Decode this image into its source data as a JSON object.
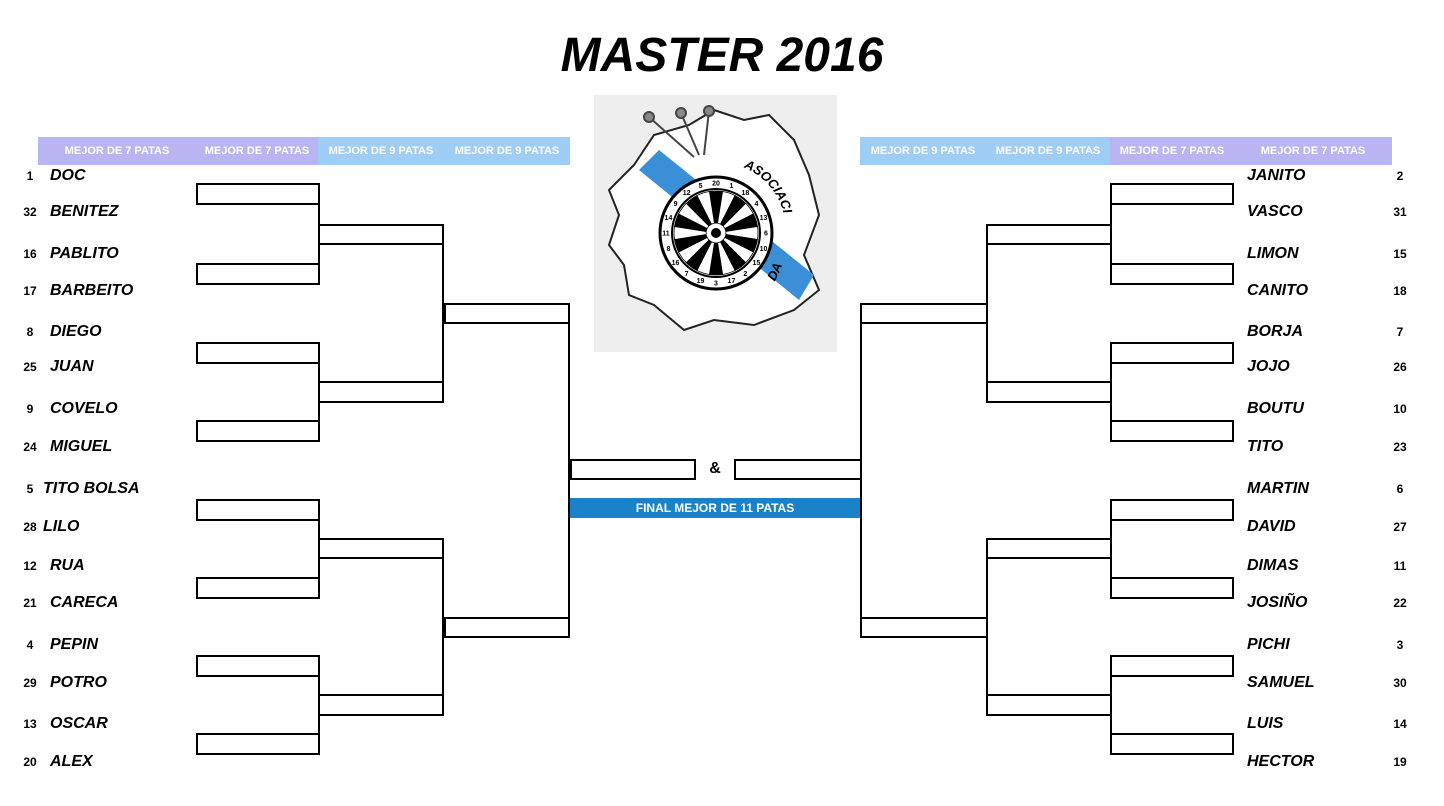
{
  "title": "MASTER 2016",
  "headers": {
    "left": [
      "MEJOR DE 7 PATAS",
      "MEJOR DE 7 PATAS",
      "MEJOR DE 9 PATAS",
      "MEJOR DE 9 PATAS"
    ],
    "right": [
      "MEJOR DE 9 PATAS",
      "MEJOR DE 9 PATAS",
      "MEJOR DE 7 PATAS",
      "MEJOR DE 7 PATAS"
    ]
  },
  "logo": {
    "text_top": "ASOCIACIÓN DEPORTIVA",
    "text_bottom": "DARDOS GALICIA",
    "numbers": [
      "20",
      "1",
      "18",
      "4",
      "13",
      "6",
      "10",
      "15",
      "2",
      "17",
      "3",
      "19",
      "7",
      "16",
      "8",
      "11",
      "14",
      "9",
      "12",
      "5"
    ]
  },
  "final": {
    "connector": "&",
    "label": "FINAL MEJOR DE 11 PATAS"
  },
  "left_players": [
    {
      "seed": "1",
      "name": "DOC"
    },
    {
      "seed": "32",
      "name": "BENITEZ"
    },
    {
      "seed": "16",
      "name": "PABLITO"
    },
    {
      "seed": "17",
      "name": "BARBEITO"
    },
    {
      "seed": "8",
      "name": "DIEGO"
    },
    {
      "seed": "25",
      "name": "JUAN"
    },
    {
      "seed": "9",
      "name": "COVELO"
    },
    {
      "seed": "24",
      "name": "MIGUEL"
    },
    {
      "seed": "5",
      "name": "TITO BOLSA"
    },
    {
      "seed": "28",
      "name": "LILO"
    },
    {
      "seed": "12",
      "name": "RUA"
    },
    {
      "seed": "21",
      "name": "CARECA"
    },
    {
      "seed": "4",
      "name": "PEPIN"
    },
    {
      "seed": "29",
      "name": "POTRO"
    },
    {
      "seed": "13",
      "name": "OSCAR"
    },
    {
      "seed": "20",
      "name": "ALEX"
    }
  ],
  "right_players": [
    {
      "seed": "2",
      "name": "JANITO"
    },
    {
      "seed": "31",
      "name": "VASCO"
    },
    {
      "seed": "15",
      "name": "LIMON"
    },
    {
      "seed": "18",
      "name": "CANITO"
    },
    {
      "seed": "7",
      "name": "BORJA"
    },
    {
      "seed": "26",
      "name": "JOJO"
    },
    {
      "seed": "10",
      "name": "BOUTU"
    },
    {
      "seed": "23",
      "name": "TITO"
    },
    {
      "seed": "6",
      "name": "MARTIN"
    },
    {
      "seed": "27",
      "name": "DAVID"
    },
    {
      "seed": "11",
      "name": "DIMAS"
    },
    {
      "seed": "22",
      "name": "JOSIÑO"
    },
    {
      "seed": "3",
      "name": "PICHI"
    },
    {
      "seed": "30",
      "name": "SAMUEL"
    },
    {
      "seed": "14",
      "name": "LUIS"
    },
    {
      "seed": "19",
      "name": "HECTOR"
    }
  ]
}
